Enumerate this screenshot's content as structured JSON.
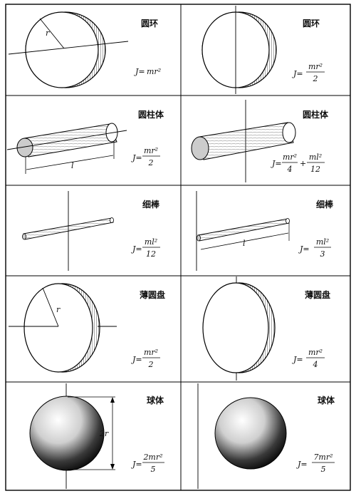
{
  "cells": [
    {
      "title": "圆环",
      "formula": {
        "prefix": "J=",
        "inline": "mr²"
      }
    },
    {
      "title": "圆环",
      "formula": {
        "prefix": "J=",
        "num": "mr²",
        "den": "2"
      }
    },
    {
      "title": "圆柱体",
      "formula": {
        "prefix": "J=",
        "num": "mr²",
        "den": "2"
      },
      "dim": "l"
    },
    {
      "title": "圆柱体",
      "formula": {
        "prefix": "J=",
        "num": "mr²",
        "den": "4",
        "plus": "+",
        "num2": "ml²",
        "den2": "12"
      }
    },
    {
      "title": "细棒",
      "formula": {
        "prefix": "J=",
        "num": "ml²",
        "den": "12"
      }
    },
    {
      "title": "细棒",
      "formula": {
        "prefix": "J=",
        "num": "ml²",
        "den": "3"
      },
      "dim": "l"
    },
    {
      "title": "薄圆盘",
      "formula": {
        "prefix": "J=",
        "num": "mr²",
        "den": "2"
      }
    },
    {
      "title": "薄圆盘",
      "formula": {
        "prefix": "J=",
        "num": "mr²",
        "den": "4"
      }
    },
    {
      "title": "球体",
      "formula": {
        "prefix": "J=",
        "num": "2mr²",
        "den": "5"
      },
      "dim": "2r"
    },
    {
      "title": "球体",
      "formula": {
        "prefix": "J=",
        "num": "7mr²",
        "den": "5"
      }
    }
  ],
  "labels": {
    "radius": "r"
  }
}
